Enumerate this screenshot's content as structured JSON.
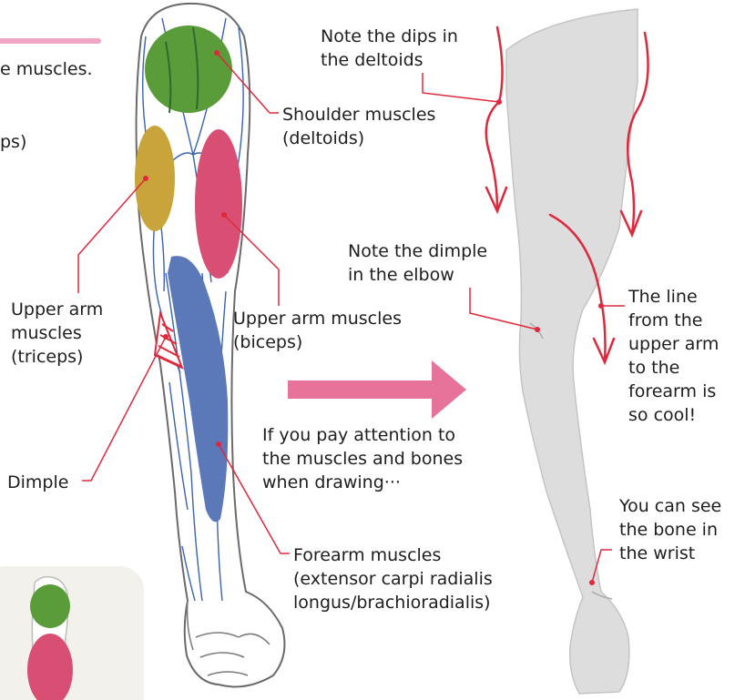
{
  "labels": {
    "muscles_partial": "e muscles.",
    "ps_partial": "ps)",
    "shoulder": [
      "Shoulder muscles",
      "(deltoids)"
    ],
    "triceps": [
      "Upper arm",
      "muscles",
      "(triceps)"
    ],
    "biceps": [
      "Upper arm muscles",
      "(biceps)"
    ],
    "dimple": "Dimple",
    "forearm": [
      "Forearm muscles",
      "(extensor carpi radialis",
      "longus/brachioradialis)"
    ],
    "dips": [
      "Note the dips in",
      "the deltoids"
    ],
    "elbow_dimple": [
      "Note the dimple",
      "in the elbow"
    ],
    "line_note": [
      "The line",
      "from the",
      "upper arm",
      "to the",
      "forearm is",
      "so cool!"
    ],
    "attention": [
      "If you pay attention to",
      "the muscles and bones",
      "when drawing···"
    ],
    "wrist": [
      "You can see",
      "the bone in",
      "the wrist"
    ]
  },
  "colors": {
    "deltoid": "#5a9b3a",
    "triceps": "#c8a43a",
    "biceps": "#d94e73",
    "forearm": "#5b78b8",
    "leader": "#e0283c",
    "arrow": "#e8739a",
    "veins": "#3a62b0",
    "silhouette": "#dddddd"
  }
}
